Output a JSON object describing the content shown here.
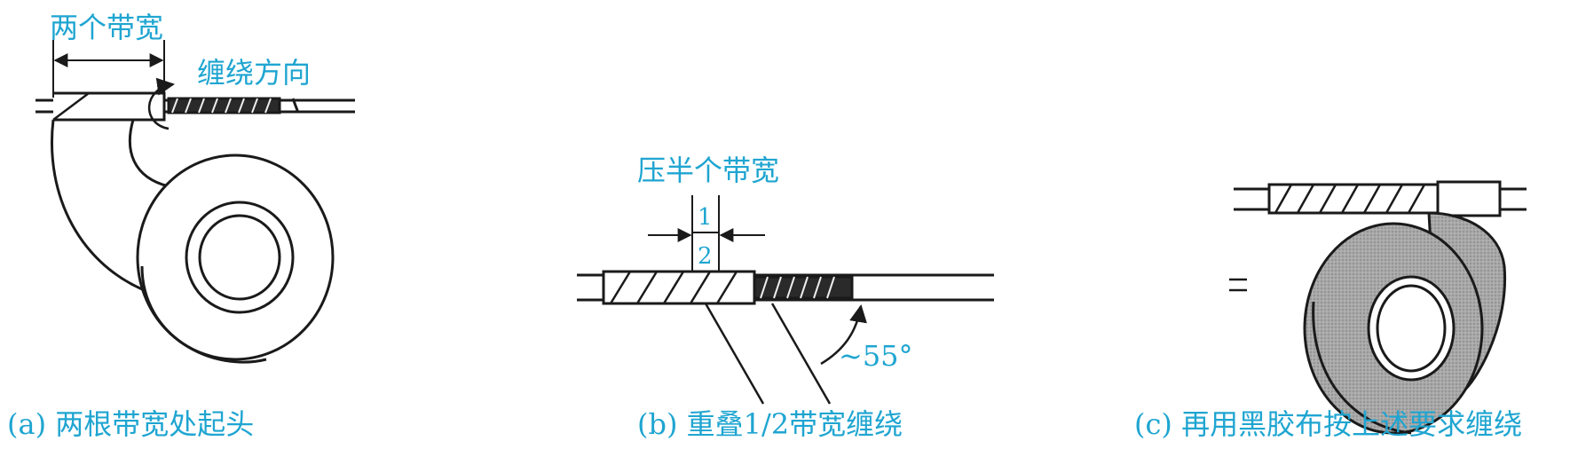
{
  "panels": [
    {
      "id": "a",
      "caption": "(a) 两根带宽处起头",
      "annotations": {
        "width_label": "两个带宽",
        "direction_label": "缠绕方向"
      }
    },
    {
      "id": "b",
      "caption": "(b) 重叠1/2带宽缠绕",
      "annotations": {
        "overlap_label": "压半个带宽",
        "part_1": "1",
        "part_2": "2",
        "angle_label": "~55°"
      }
    },
    {
      "id": "c",
      "caption": "(c) 再用黑胶布按上述要求缠绕",
      "annotations": {
        "equals_mark": "="
      }
    }
  ],
  "colors": {
    "label_blue": "#1fa5d1",
    "line": "#1a1a1a",
    "tape_gray": "#9a9a9a"
  }
}
